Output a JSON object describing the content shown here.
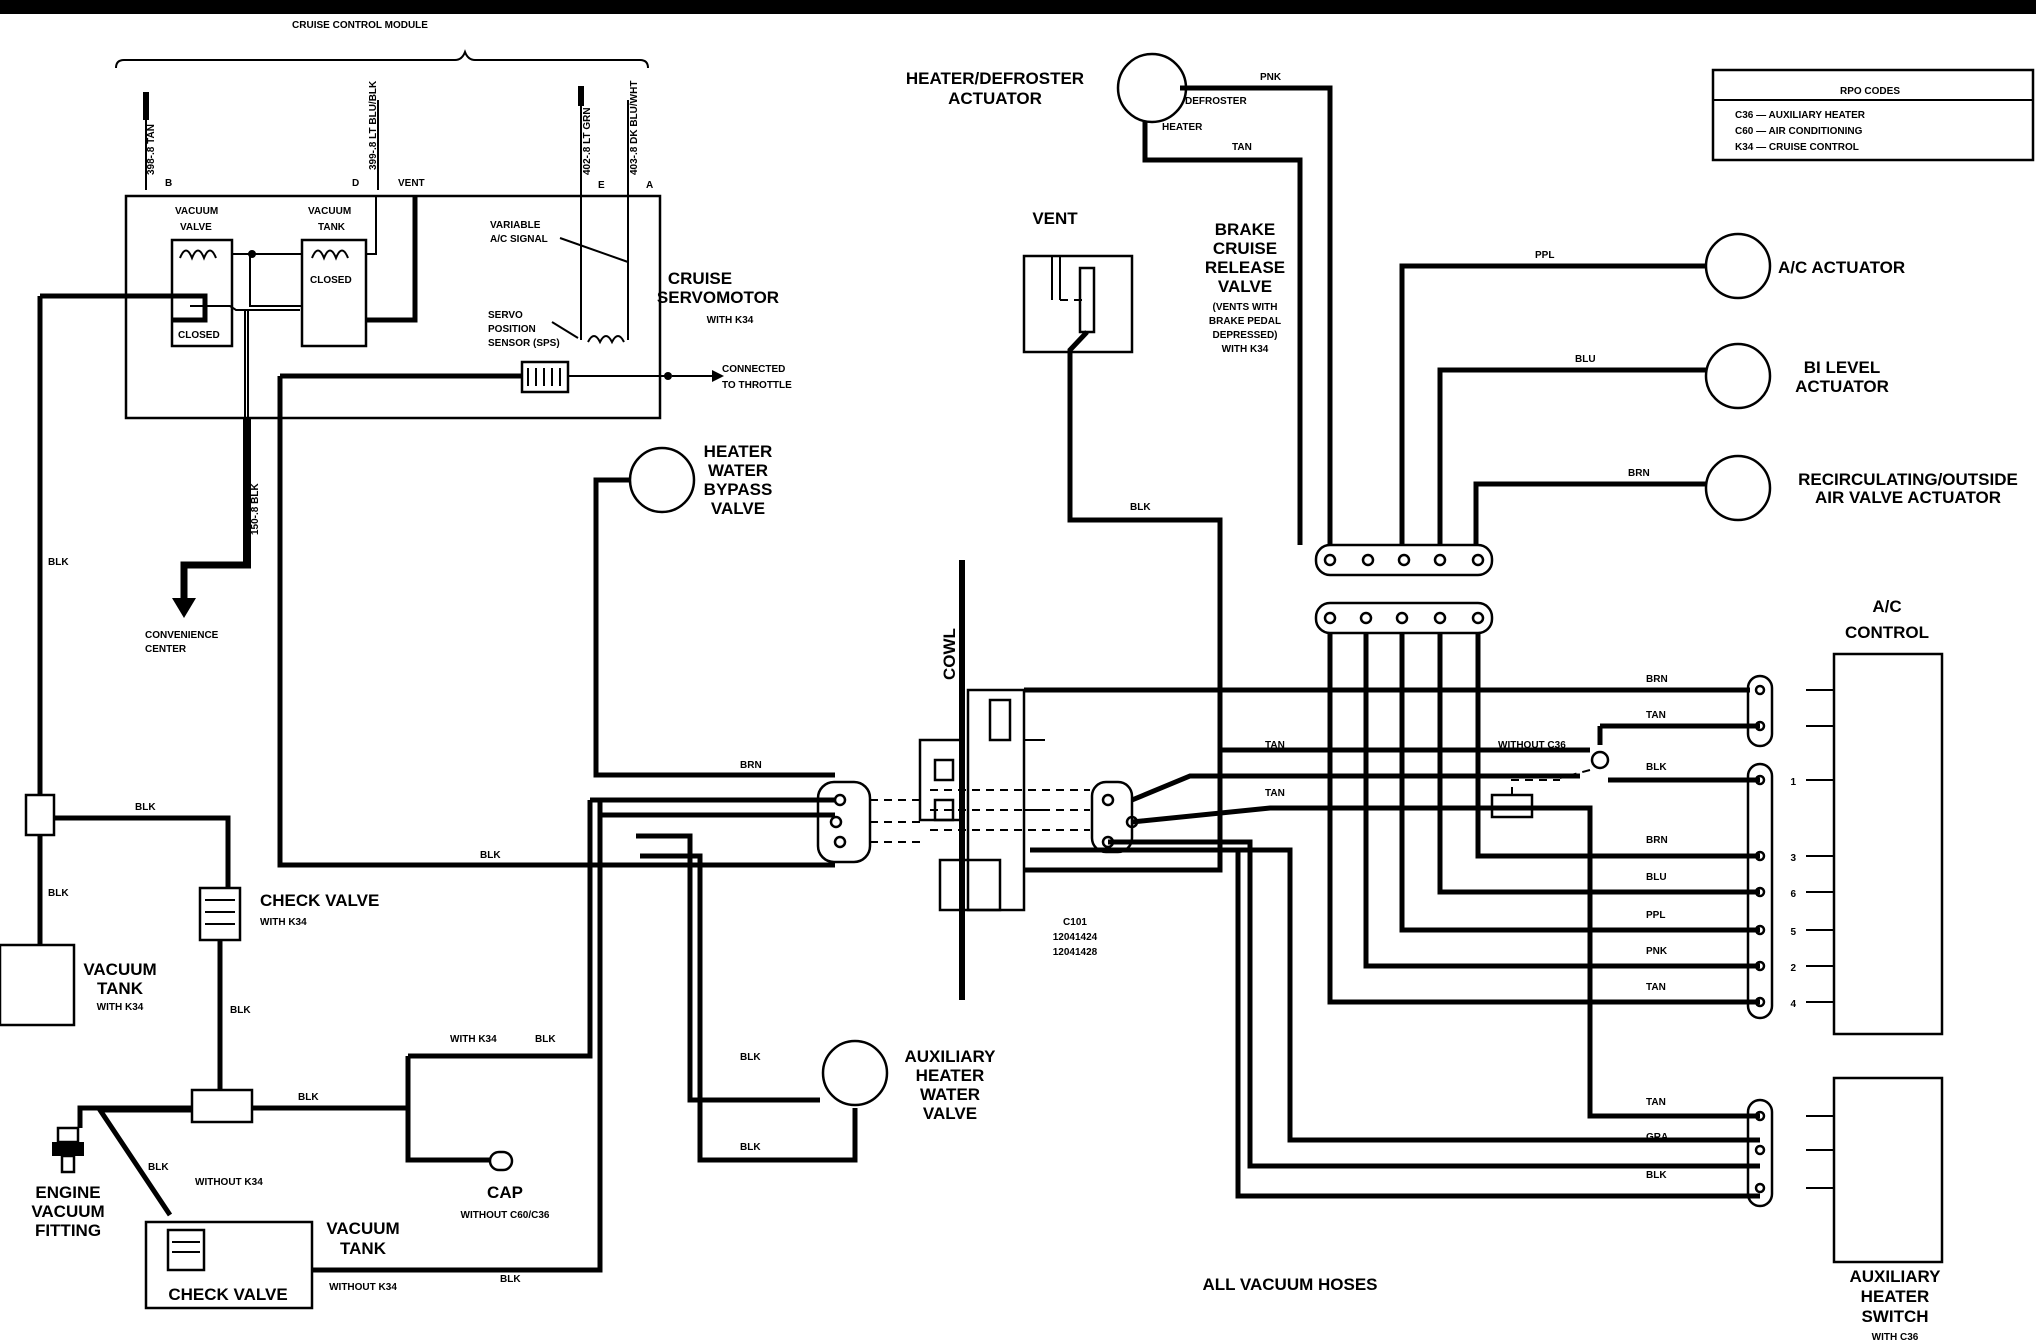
{
  "module": {
    "title": "CRUISE CONTROL MODULE",
    "wire_398": "398-.8 TAN",
    "wire_399": "399-.8 LT BLU/BLK",
    "wire_402": "402-.8 LT GRN",
    "wire_403": "403-.8 DK BLU/WHT",
    "wire_150": "150-.8 BLK",
    "pin_b": "B",
    "pin_d": "D",
    "pin_e": "E",
    "pin_a": "A",
    "vent": "VENT",
    "vacuum_valve": [
      "VACUUM",
      "VALVE"
    ],
    "vacuum_tank": [
      "VACUUM",
      "TANK"
    ],
    "closed_1": "CLOSED",
    "closed_2": "CLOSED",
    "variable_ac": [
      "VARIABLE",
      "A/C SIGNAL"
    ],
    "servo_sensor": [
      "SERVO",
      "POSITION",
      "SENSOR (SPS)"
    ],
    "connected": [
      "CONNECTED",
      "TO THROTTLE"
    ],
    "convenience": [
      "CONVENIENCE",
      "CENTER"
    ]
  },
  "components": {
    "cruise_servomotor": [
      "CRUISE",
      "SERVOMOTOR"
    ],
    "with_k34_servo": "WITH K34",
    "heater_defroster": [
      "HEATER/DEFROSTER",
      "ACTUATOR"
    ],
    "defroster": "DEFROSTER",
    "heater": "HEATER",
    "vent": "VENT",
    "brake_valve": [
      "BRAKE",
      "CRUISE",
      "RELEASE",
      "VALVE"
    ],
    "brake_note": [
      "(VENTS WITH",
      "BRAKE PEDAL",
      "DEPRESSED)",
      "WITH K34"
    ],
    "ac_actuator": "A/C ACTUATOR",
    "bi_level": [
      "BI LEVEL",
      "ACTUATOR"
    ],
    "recirc": [
      "RECIRCULATING/OUTSIDE",
      "AIR VALVE ACTUATOR"
    ],
    "bypass_valve": [
      "HEATER",
      "WATER",
      "BYPASS",
      "VALVE"
    ],
    "cowl": "COWL",
    "c101": [
      "C101",
      "12041424",
      "12041428"
    ],
    "ac_control": [
      "A/C",
      "CONTROL"
    ],
    "aux_water_valve": [
      "AUXILIARY",
      "HEATER",
      "WATER",
      "VALVE"
    ],
    "aux_switch": [
      "AUXILIARY",
      "HEATER",
      "SWITCH"
    ],
    "with_c36": "WITH C36",
    "check_valve_1": "CHECK VALVE",
    "with_k34_cv": "WITH K34",
    "vacuum_tank_1": [
      "VACUUM",
      "TANK"
    ],
    "with_k34_vt": "WITH K34",
    "engine_fitting": [
      "ENGINE",
      "VACUUM",
      "FITTING"
    ],
    "cap": "CAP",
    "cap_note": "WITHOUT C60/C36",
    "check_valve_2": "CHECK VALVE",
    "vacuum_tank_2": [
      "VACUUM",
      "TANK"
    ],
    "without_k34_vt": "WITHOUT K34",
    "without_k34_line": "WITHOUT K34",
    "with_k34_line": "WITH K34",
    "without_c36": "WITHOUT C36",
    "all_hoses": "ALL VACUUM HOSES"
  },
  "rpo": {
    "title": "RPO CODES",
    "rows": [
      "C36 — AUXILIARY HEATER",
      "C60 — AIR CONDITIONING",
      "K34 — CRUISE CONTROL"
    ]
  },
  "hose_labels": {
    "pnk": "PNK",
    "tan": "TAN",
    "ppl": "PPL",
    "blu": "BLU",
    "brn": "BRN",
    "blk": "BLK",
    "gra": "GRA"
  },
  "ac_pins": [
    "1",
    "3",
    "6",
    "5",
    "2",
    "4"
  ]
}
